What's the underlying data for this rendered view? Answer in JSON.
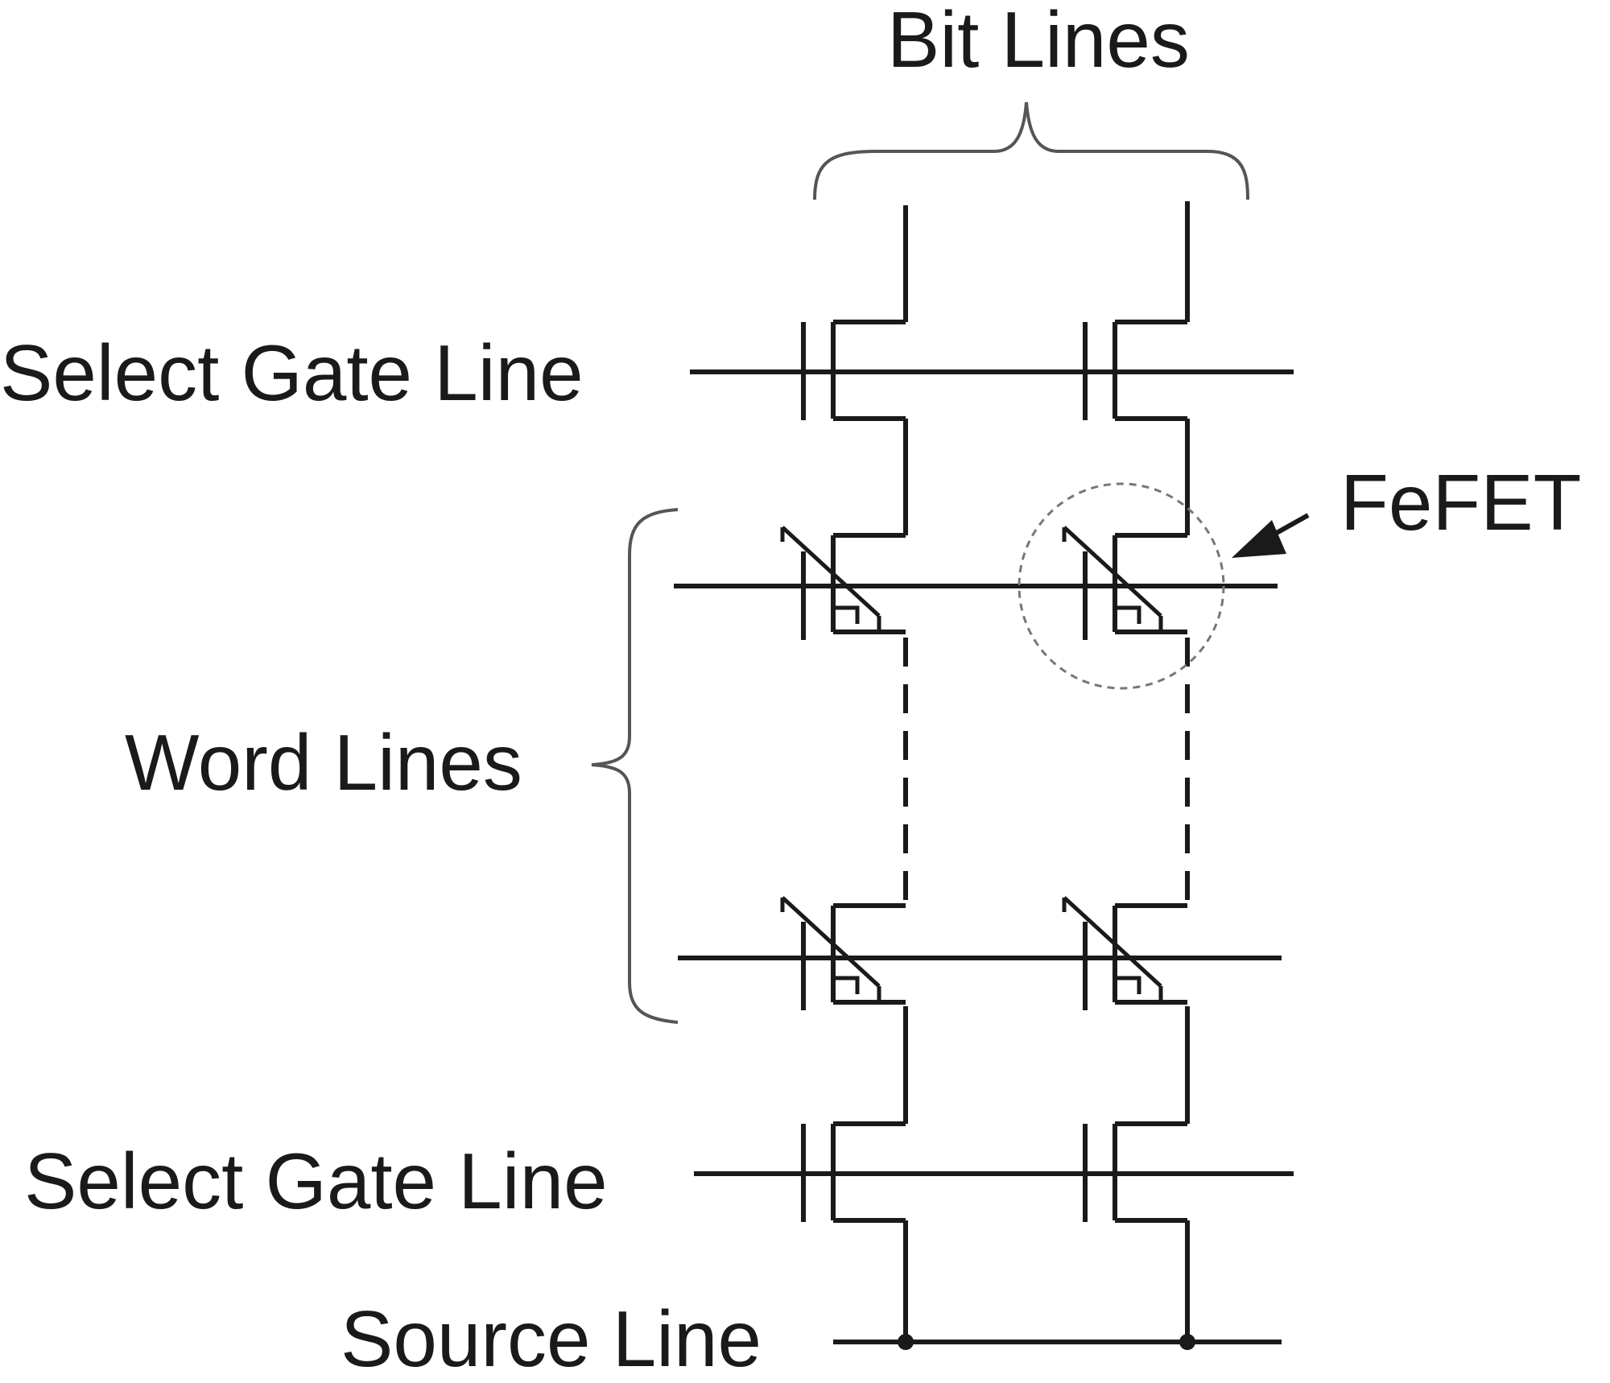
{
  "labels": {
    "bit_lines": "Bit Lines",
    "select_gate_top": "Select Gate Line",
    "fefet": "FeFET",
    "word_lines": "Word Lines",
    "select_gate_bottom": "Select Gate Line",
    "source_line": "Source Line"
  },
  "colors": {
    "wire": "#1a1a1a",
    "brace": "#555555",
    "highlight_circle": "#777777"
  },
  "icons": {
    "select_transistor": "mosfet-symbol",
    "memory_cell": "ferroelectric-fet-symbol",
    "pointer": "arrow-icon"
  }
}
